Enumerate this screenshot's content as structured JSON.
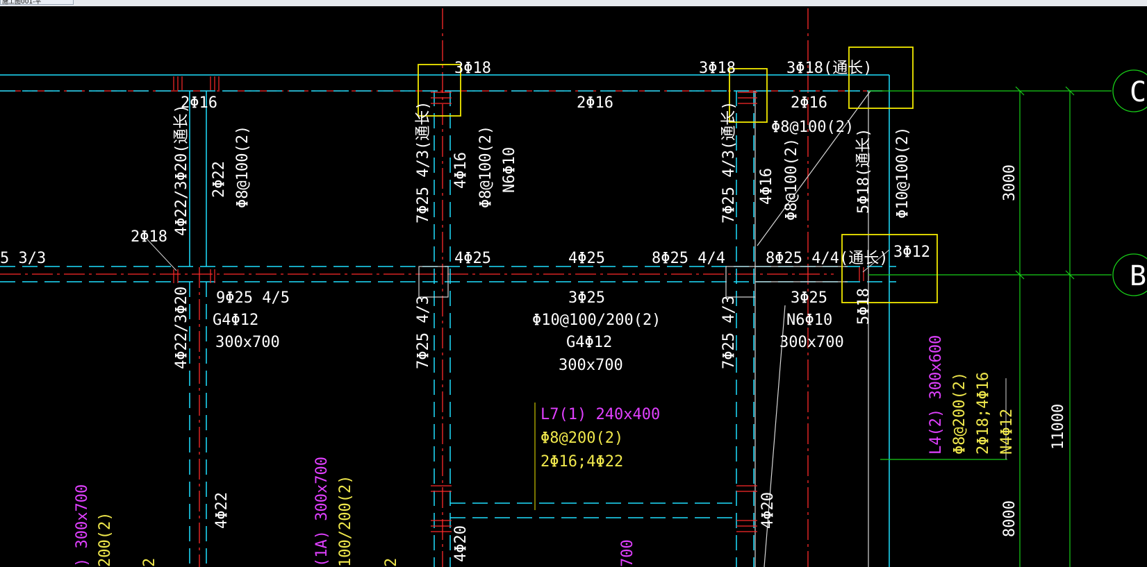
{
  "window": {
    "tab_title": "施工图001-平"
  },
  "colors": {
    "background": "#000000",
    "beam_cyan": "#1fe0ff",
    "axis_red": "#ff2a2a",
    "grid_green": "#18d018",
    "highlight_yellow": "#f2ea00",
    "magenta": "#e040ff",
    "text_white": "#ffffff",
    "text_yellow": "#f0e84c"
  },
  "axes": {
    "C": "C",
    "B": "B"
  },
  "dims": {
    "d1": "3000",
    "d2": "11000",
    "d3": "8000"
  },
  "labels": {
    "l1": "3Φ18",
    "l2": "3Φ18",
    "l3": "3Φ18(通长)",
    "l4": "2Φ16",
    "l5": "2Φ16",
    "l6": "2Φ16",
    "l7": "Φ8@100(2)",
    "l8": "4Φ22/3Φ20(通长)",
    "l9": "2Φ22",
    "l10": "Φ8@100(2)",
    "l11": "7Φ25 4/3(通长)",
    "l12": "4Φ16",
    "l13": "Φ8@100(2)",
    "l14": "N6Φ10",
    "l15": "7Φ25 4/3(通长)",
    "l16": "4Φ16",
    "l17": "Φ8@100(2)",
    "l18": "5Φ18(通长)",
    "l19": "Φ10@100(2)",
    "l20": "2Φ18",
    "l21": "5 3/3",
    "l22": "4Φ25",
    "l23": "4Φ25",
    "l24": "8Φ25 4/4",
    "l25": "8Φ25 4/4(通长)",
    "l26": "3Φ12",
    "l27": "9Φ25 4/5",
    "l28": "G4Φ12",
    "l29": "300x700",
    "l30": "3Φ25",
    "l31": "Φ10@100/200(2)",
    "l32": "G4Φ12",
    "l33": "300x700",
    "l34": "3Φ25",
    "l35": "N6Φ10",
    "l36": "300x700",
    "l37": "5Φ18",
    "l38": "4Φ22/3Φ20",
    "l39": "7Φ25 4/3",
    "l40": "7Φ25 4/3",
    "l41": "L7(1) 240x400",
    "l42": "Φ8@200(2)",
    "l43": "2Φ16;4Φ22",
    "l44": "L4(2) 300x600",
    "l45": "Φ8@200(2)",
    "l46": "2Φ18;4Φ16",
    "l47": "N4Φ12",
    "l48": "4Φ22",
    "l49": "4Φ20",
    "l50": "4Φ20",
    "l51": ") 300x700",
    "l52": "200(2)",
    "l53": "2",
    "l54": "(1A) 300x700",
    "l55": "100/200(2)",
    "l56": "2",
    "l57": "700"
  }
}
